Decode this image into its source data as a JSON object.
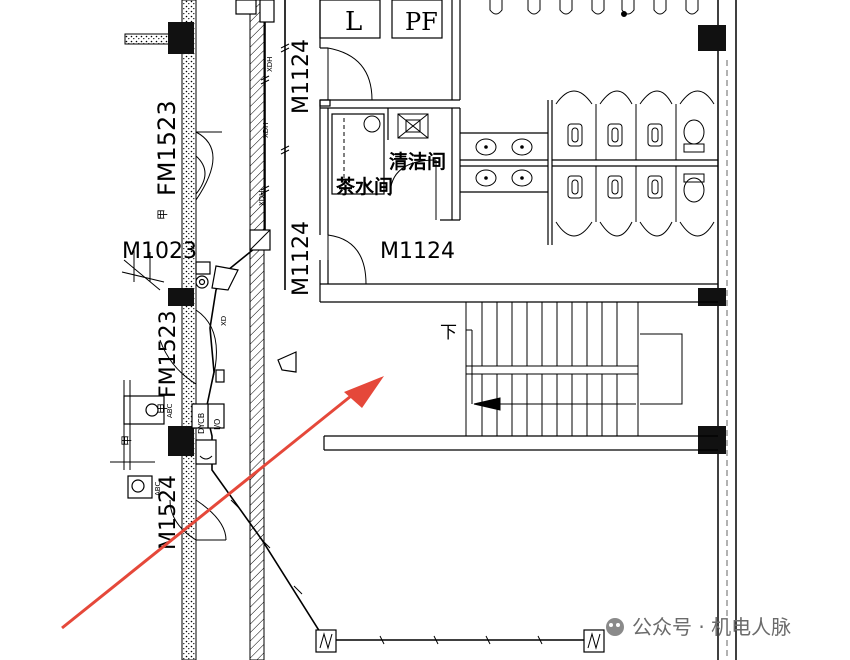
{
  "door_labels": {
    "fm1523_top": "FM1523",
    "fm1523_mid": "FM1523",
    "m1023": "M1023",
    "m1524": "M1524",
    "m1124_a": "M1124",
    "m1124_b": "M1124",
    "m1124_c": "M1124",
    "fire_prefix_top": "甲",
    "fire_prefix_mid": "甲",
    "fire_prefix_low": "甲"
  },
  "room_labels": {
    "tea_room": "茶水间",
    "cleaning_room": "清洁间",
    "shaft_l": "L",
    "shaft_pf": "PF"
  },
  "stair": {
    "down_label": "下"
  },
  "devices": {
    "xdh_1": "XDH",
    "xdh_2": "XDH",
    "xdh_3": "XDH",
    "xd": "XD",
    "dycb": "DYCB",
    "io": "I/O",
    "abc_1": "ABC",
    "abc_2": "ABC"
  },
  "watermark": {
    "text": "公众号 · 机电人脉"
  },
  "colors": {
    "line": "#000000",
    "arrow": "#e5483a",
    "hatch": "#000000",
    "watermark": "#6b6b6b"
  }
}
